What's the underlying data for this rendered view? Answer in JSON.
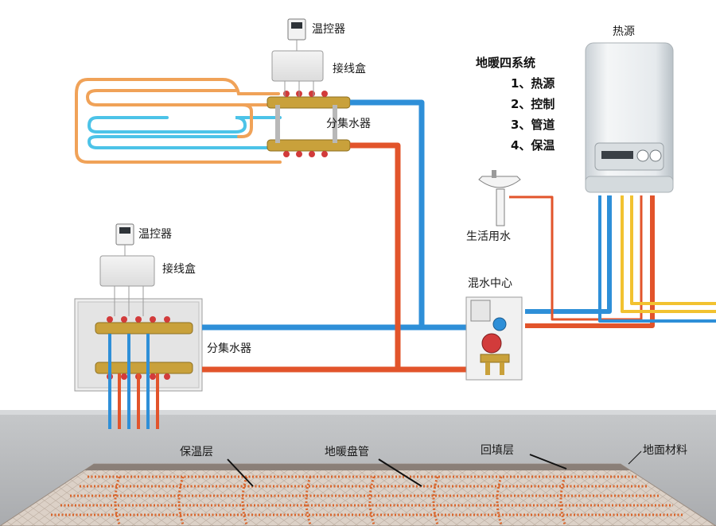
{
  "labels": {
    "heat_source": "热源",
    "thermostat_top": "温控器",
    "junction_box_top": "接线盒",
    "manifold_top": "分集水器",
    "thermostat_bottom": "温控器",
    "junction_box_bottom": "接线盒",
    "manifold_bottom": "分集水器",
    "domestic_water": "生活用水",
    "mixing_center": "混水中心",
    "floor_material": "地面材料",
    "insulation_layer": "保温层",
    "floor_heating_pipe": "地暖盘管",
    "backfill_layer": "回填层"
  },
  "system_list": {
    "title": "地暖四系统",
    "items": [
      "1、热源",
      "2、控制",
      "3、管道",
      "4、保温"
    ]
  },
  "colors": {
    "hot_pipe": "#e2542b",
    "cold_pipe": "#2e8fd8",
    "yellow_pipe": "#f2c230",
    "coil_outer": "#f0a258",
    "coil_inner": "#4cc3e8",
    "brass": "#c9a13b",
    "boiler_body": "#e9edf0",
    "floor_slab": "#b9bbbe",
    "floor_tile": "#d9cfc6"
  }
}
